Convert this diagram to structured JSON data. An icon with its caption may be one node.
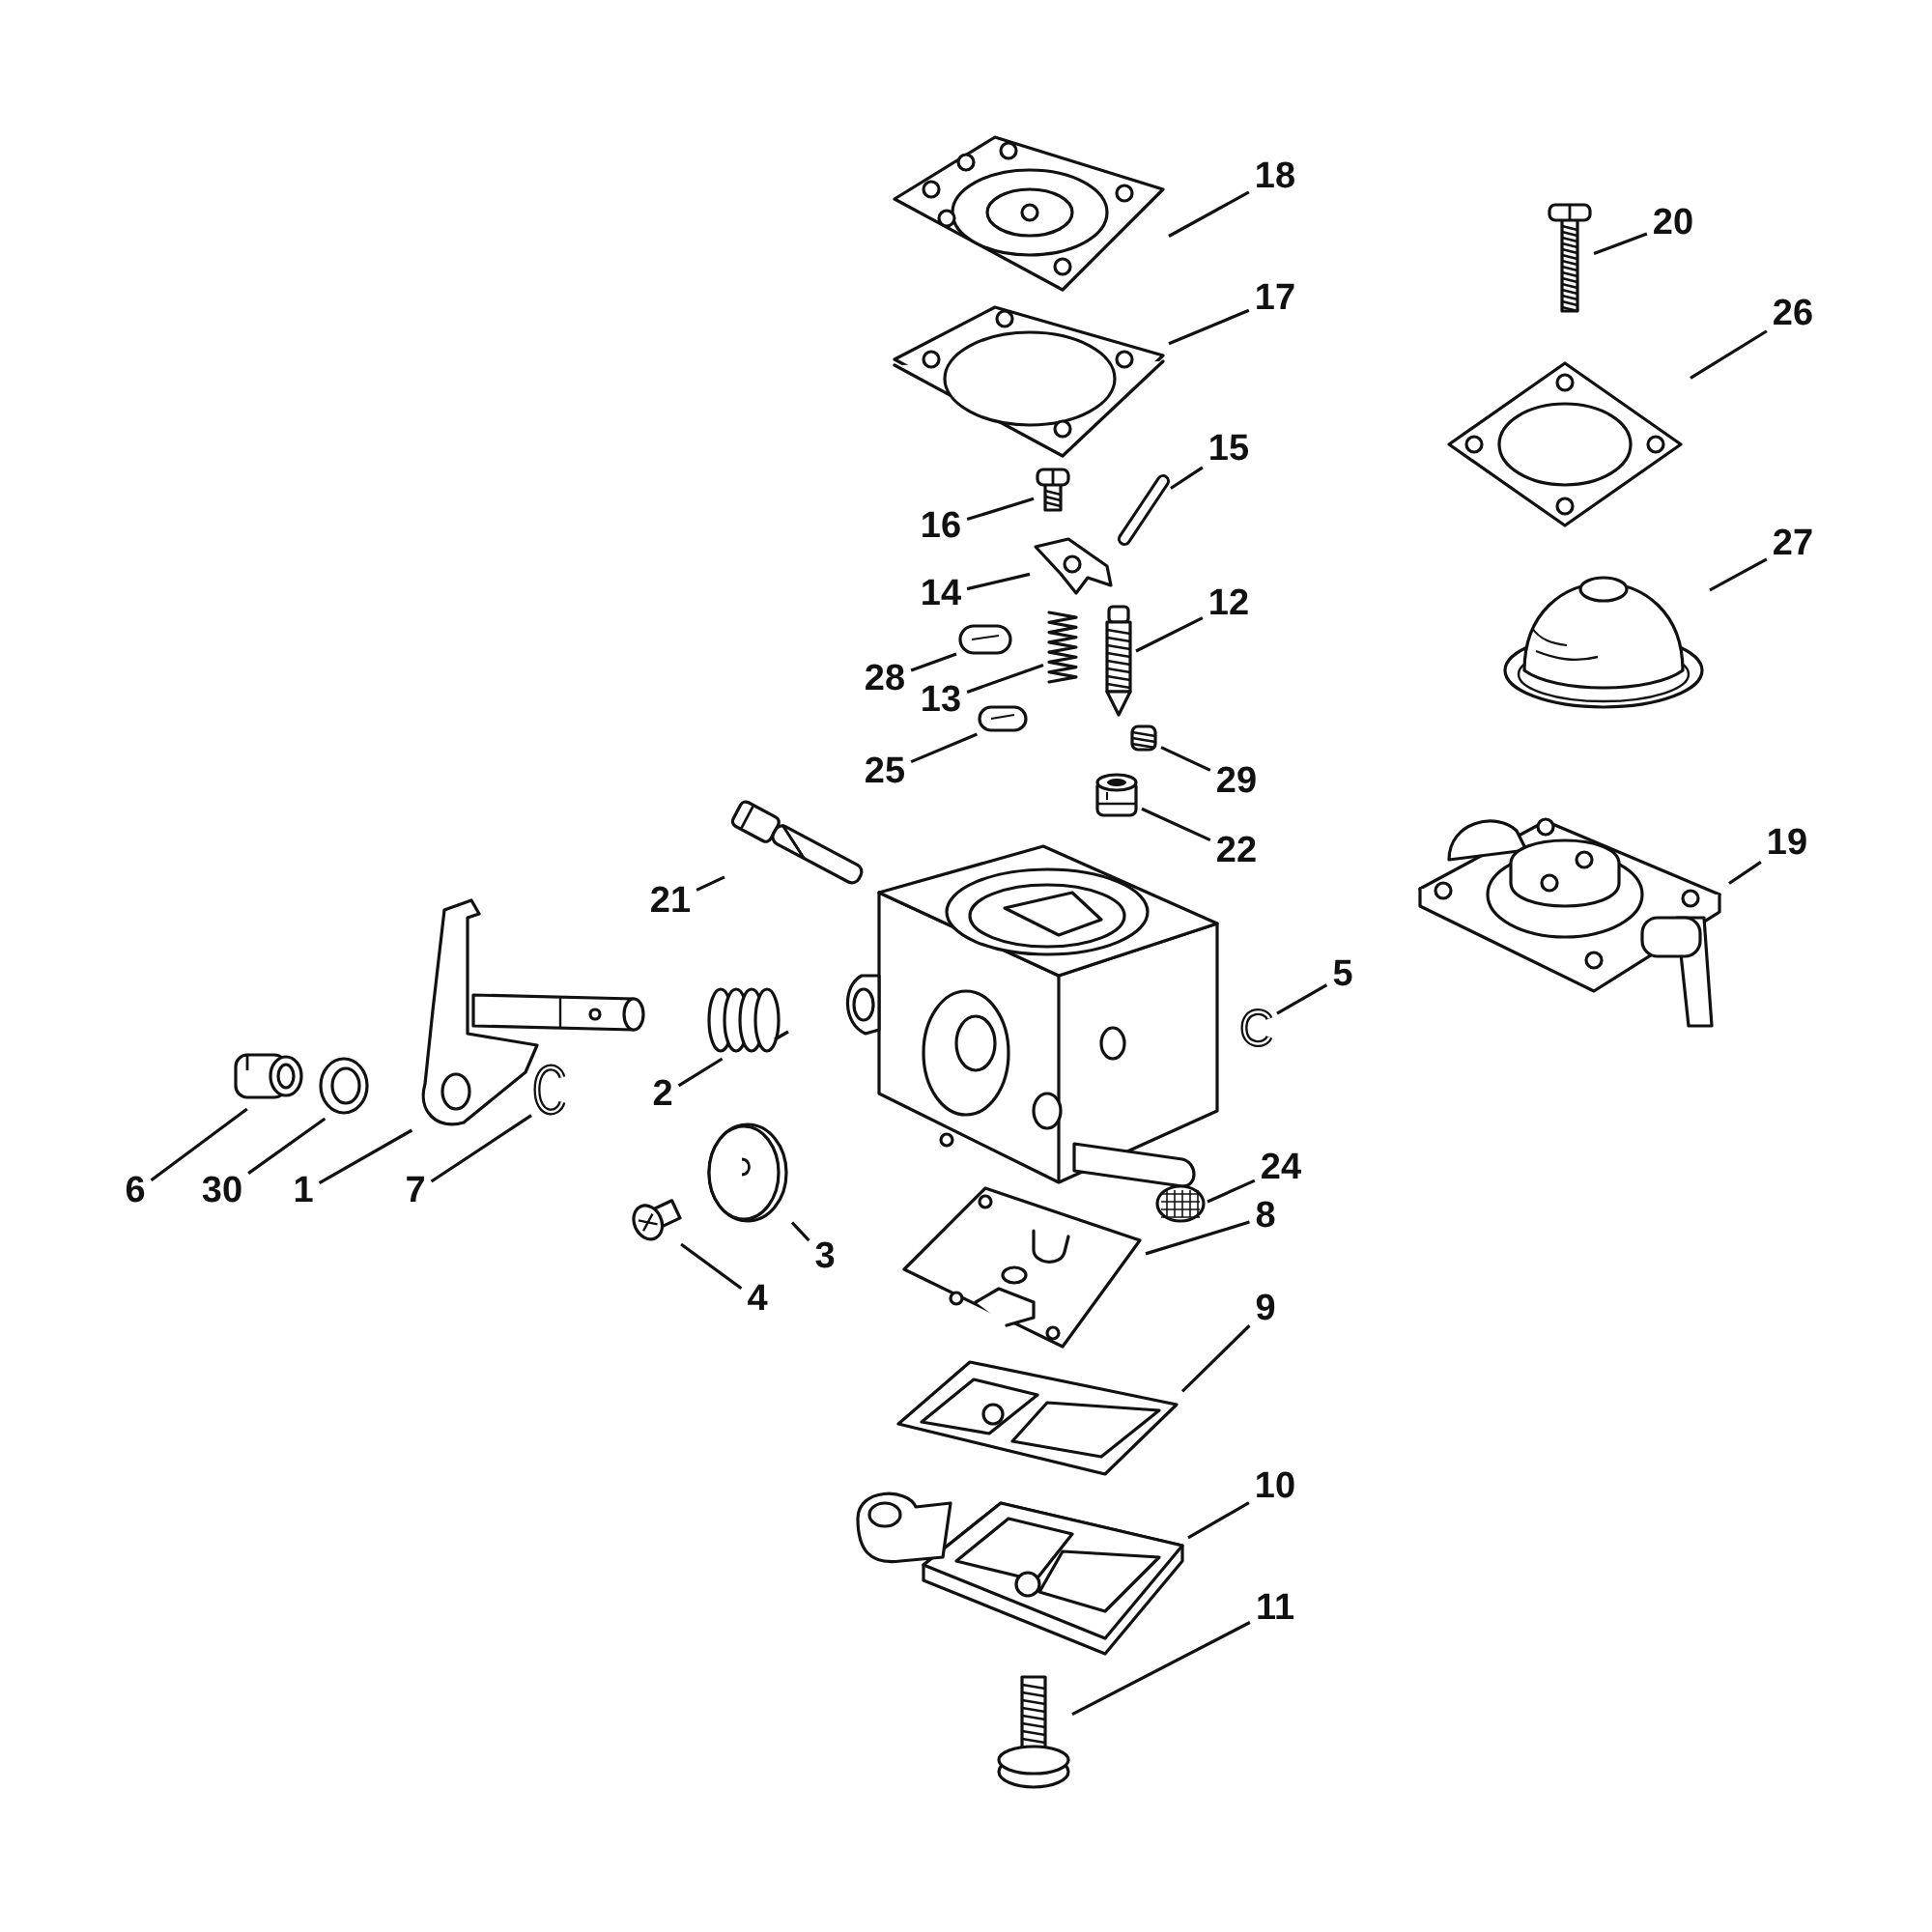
{
  "diagram": {
    "nodes": [
      {
        "text": [
          "18"
        ]
      },
      {
        "text": [],
        "shape": "picture"
      },
      {
        "text": [
          "20"
        ]
      },
      {
        "text": [],
        "shape": "picture"
      },
      {
        "text": [
          "17"
        ]
      },
      {
        "text": [],
        "shape": "picture"
      },
      {
        "text": [
          "26"
        ]
      },
      {
        "text": [],
        "shape": "picture"
      },
      {
        "text": [
          "15"
        ]
      },
      {
        "text": [],
        "shape": "picture"
      },
      {
        "text": [
          "16"
        ]
      },
      {
        "text": [],
        "shape": "picture"
      },
      {
        "text": [
          "14"
        ]
      },
      {
        "text": [],
        "shape": "picture"
      },
      {
        "text": [
          "12"
        ]
      },
      {
        "text": [],
        "shape": "picture"
      },
      {
        "text": [
          "27"
        ]
      },
      {
        "text": [],
        "shape": "picture"
      },
      {
        "text": [
          "28"
        ]
      },
      {
        "text": [],
        "shape": "picture"
      },
      {
        "text": [
          "13"
        ]
      },
      {
        "text": [],
        "shape": "picture"
      },
      {
        "text": [
          "25"
        ]
      },
      {
        "text": [],
        "shape": "picture"
      },
      {
        "text": [
          "29"
        ]
      },
      {
        "text": [],
        "shape": "picture"
      },
      {
        "text": [
          "22"
        ]
      },
      {
        "text": [],
        "shape": "picture"
      },
      {
        "text": [
          "19"
        ]
      },
      {
        "text": [],
        "shape": "picture"
      },
      {
        "text": [
          "21"
        ]
      },
      {
        "text": [],
        "shape": "picture"
      },
      {
        "text": [
          "5"
        ]
      },
      {
        "text": [],
        "shape": "picture"
      },
      {
        "text": [
          "2"
        ]
      },
      {
        "text": [],
        "shape": "picture"
      },
      {
        "text": [
          "6"
        ]
      },
      {
        "text": [],
        "shape": "picture"
      },
      {
        "text": [
          "30"
        ]
      },
      {
        "text": [],
        "shape": "picture"
      },
      {
        "text": [
          "1"
        ]
      },
      {
        "text": [],
        "shape": "picture"
      },
      {
        "text": [
          "7"
        ]
      },
      {
        "text": [],
        "shape": "picture"
      },
      {
        "text": [
          "24"
        ]
      },
      {
        "text": [],
        "shape": "picture"
      },
      {
        "text": [
          "8"
        ]
      },
      {
        "text": [],
        "shape": "picture"
      },
      {
        "text": [
          "3"
        ]
      },
      {
        "text": [],
        "shape": "picture"
      },
      {
        "text": [
          "4"
        ]
      },
      {
        "text": [],
        "shape": "picture"
      },
      {
        "text": [
          "9"
        ]
      },
      {
        "text": [],
        "shape": "picture"
      },
      {
        "text": [
          "10"
        ]
      },
      {
        "text": [],
        "shape": "picture"
      },
      {
        "text": [
          "11"
        ]
      },
      {
        "text": [],
        "shape": "picture"
      }
    ],
    "edges": [
      {
        "from": 0,
        "to": 1,
        "arrow": "none"
      },
      {
        "from": 2,
        "to": 3,
        "arrow": "none"
      },
      {
        "from": 4,
        "to": 5,
        "arrow": "none"
      },
      {
        "from": 6,
        "to": 7,
        "arrow": "none"
      },
      {
        "from": 8,
        "to": 9,
        "arrow": "none"
      },
      {
        "from": 10,
        "to": 11,
        "arrow": "none"
      },
      {
        "from": 12,
        "to": 13,
        "arrow": "none"
      },
      {
        "from": 14,
        "to": 15,
        "arrow": "none"
      },
      {
        "from": 16,
        "to": 17,
        "arrow": "none"
      },
      {
        "from": 18,
        "to": 19,
        "arrow": "none"
      },
      {
        "from": 20,
        "to": 21,
        "arrow": "none"
      },
      {
        "from": 22,
        "to": 23,
        "arrow": "none"
      },
      {
        "from": 24,
        "to": 25,
        "arrow": "none"
      },
      {
        "from": 26,
        "to": 27,
        "arrow": "none"
      },
      {
        "from": 28,
        "to": 29,
        "arrow": "none"
      },
      {
        "from": 30,
        "to": 31,
        "arrow": "none"
      },
      {
        "from": 32,
        "to": 33,
        "arrow": "none"
      },
      {
        "from": 34,
        "to": 35,
        "arrow": "none"
      },
      {
        "from": 36,
        "to": 37,
        "arrow": "none"
      },
      {
        "from": 38,
        "to": 39,
        "arrow": "none"
      },
      {
        "from": 40,
        "to": 41,
        "arrow": "none"
      },
      {
        "from": 42,
        "to": 43,
        "arrow": "none"
      },
      {
        "from": 44,
        "to": 45,
        "arrow": "none"
      },
      {
        "from": 46,
        "to": 47,
        "arrow": "none"
      },
      {
        "from": 48,
        "to": 49,
        "arrow": "none"
      },
      {
        "from": 50,
        "to": 51,
        "arrow": "none"
      },
      {
        "from": 52,
        "to": 53,
        "arrow": "none"
      },
      {
        "from": 54,
        "to": 55,
        "arrow": "none"
      },
      {
        "from": 56,
        "to": 57,
        "arrow": "none"
      }
    ]
  }
}
